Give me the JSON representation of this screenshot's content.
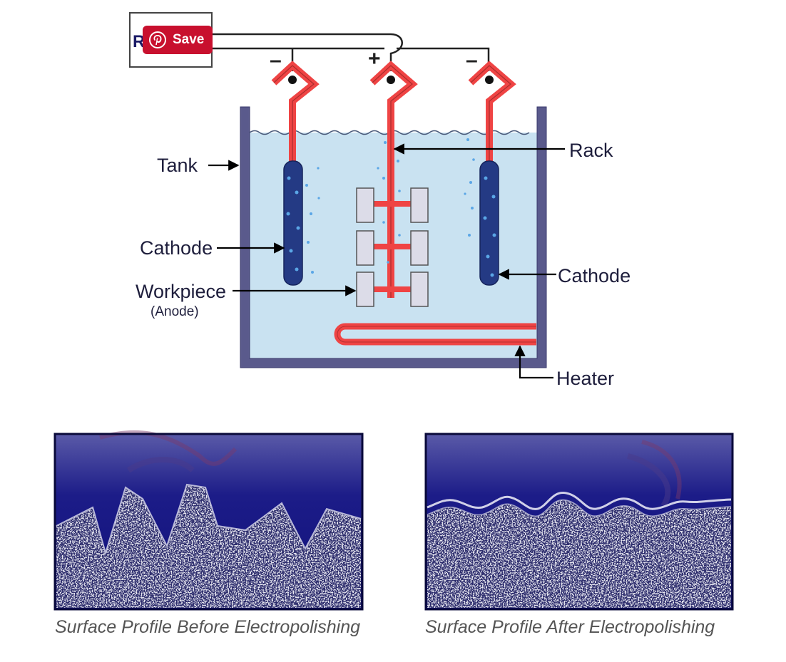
{
  "power_supply": {
    "visible_letter": "R"
  },
  "save_button": {
    "label": "Save",
    "icon": "pinterest-icon",
    "color": "#c8102e"
  },
  "terminals": {
    "left": "–",
    "center": "+",
    "right": "–"
  },
  "labels": {
    "tank": "Tank",
    "rack": "Rack",
    "cathode_left": "Cathode",
    "cathode_right": "Cathode",
    "workpiece": "Workpiece",
    "workpiece_sub": "(Anode)",
    "heater": "Heater"
  },
  "captions": {
    "before": "Surface Profile Before Electropolishing",
    "after": "Surface Profile After Electropolishing"
  },
  "colors": {
    "tank": "#5a5a8c",
    "electrolyte": "#c9e2f1",
    "rack": "#ef4444",
    "cathode": "#243a84",
    "panel_bg": "#16167a"
  }
}
